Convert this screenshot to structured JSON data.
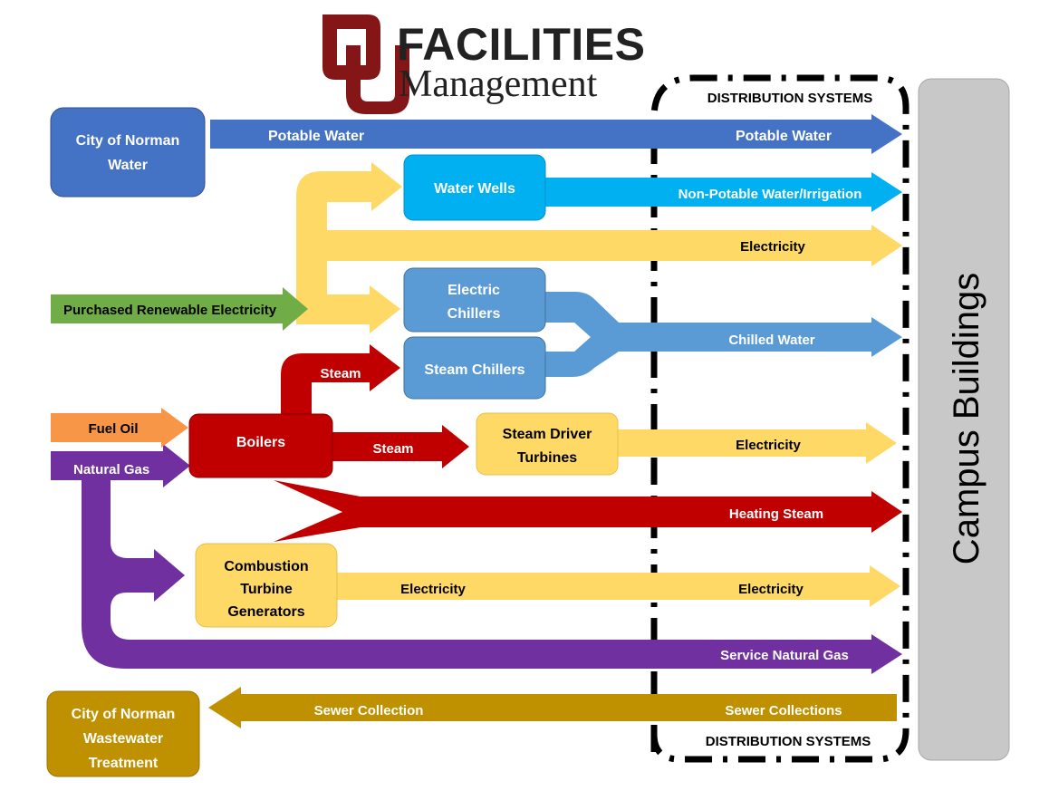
{
  "logo": {
    "wordmark_line1": "FACILITIES",
    "wordmark_line2": "Management",
    "monogram_icon": "ou-monogram-icon",
    "brand_color": "#841617"
  },
  "colors": {
    "water": "#4472C4",
    "nonpotable": "#00B0F0",
    "electricity": "#FFD966",
    "chilled": "#5B9BD5",
    "renewable": "#70AD47",
    "fuel_oil": "#F79646",
    "natural_gas": "#7030A0",
    "steam": "#C00000",
    "sewer": "#BF9000",
    "buildings": "#C8C8C8"
  },
  "distribution": {
    "top_label": "DISTRIBUTION SYSTEMS",
    "bottom_label": "DISTRIBUTION SYSTEMS"
  },
  "buildings": {
    "label": "Campus Buildings"
  },
  "sources": {
    "city_water": "City of Norman Water",
    "city_water_l1": "City of Norman",
    "city_water_l2": "Water",
    "renewable": "Purchased Renewable Electricity",
    "fuel_oil": "Fuel Oil",
    "natural_gas": "Natural Gas",
    "wastewater_l1": "City of Norman",
    "wastewater_l2": "Wastewater",
    "wastewater_l3": "Treatment"
  },
  "plants": {
    "water_wells": "Water Wells",
    "electric_chillers_l1": "Electric",
    "electric_chillers_l2": "Chillers",
    "steam_chillers": "Steam Chillers",
    "boilers": "Boilers",
    "steam_turbines_l1": "Steam Driver",
    "steam_turbines_l2": "Turbines",
    "ctg_l1": "Combustion",
    "ctg_l2": "Turbine",
    "ctg_l3": "Generators"
  },
  "flows": {
    "potable_left": "Potable Water",
    "potable_right": "Potable Water",
    "nonpotable": "Non-Potable Water/Irrigation",
    "electricity_renewable": "Electricity",
    "chilled_water": "Chilled Water",
    "steam_to_chillers": "Steam",
    "steam_to_turbines": "Steam",
    "electricity_turbines": "Electricity",
    "heating_steam": "Heating Steam",
    "ctg_electricity_left": "Electricity",
    "ctg_electricity_right": "Electricity",
    "service_gas": "Service Natural Gas",
    "sewer_left": "Sewer Collection",
    "sewer_right": "Sewer Collections"
  }
}
